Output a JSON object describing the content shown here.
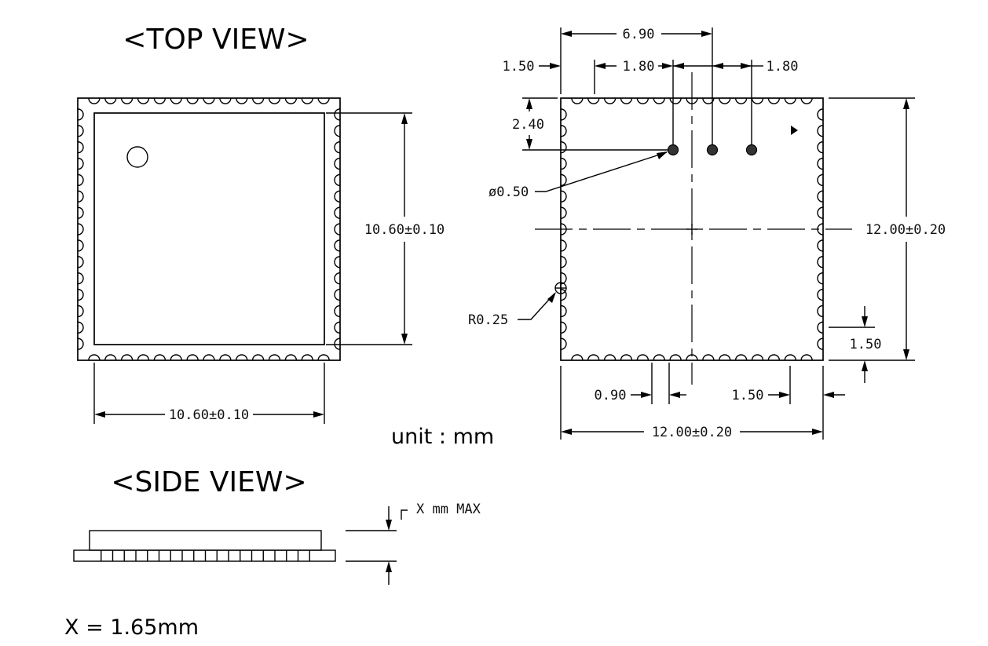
{
  "top_view": {
    "title": "<TOP VIEW>",
    "dim_height": "10.60±0.10",
    "dim_width": "10.60±0.10"
  },
  "side_view": {
    "title": "<SIDE VIEW>",
    "height_label": "X mm MAX"
  },
  "unit_label": "unit : mm",
  "x_value_note": "X = 1.65mm",
  "footprint": {
    "dim_690": "6.90",
    "dim_150_top": "1.50",
    "dim_180_a": "1.80",
    "dim_180_b": "1.80",
    "dim_240": "2.40",
    "diameter": "ø0.50",
    "radius": "R0.25",
    "dim_height": "12.00±0.20",
    "dim_150_right": "1.50",
    "dim_090": "0.90",
    "dim_150_bottom": "1.50",
    "dim_width": "12.00±0.20"
  }
}
